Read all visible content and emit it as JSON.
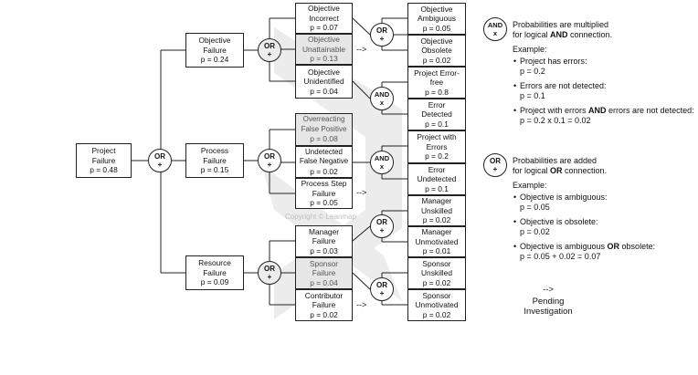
{
  "gates": {
    "or_word": "OR",
    "and_word": "AND",
    "or_symbol": "+",
    "and_symbol": "x"
  },
  "root": {
    "name": "Project Failure",
    "p": "p = 0.48"
  },
  "level1": [
    {
      "name": "Objective Failure",
      "p": "p = 0.24"
    },
    {
      "name": "Process Failure",
      "p": "p = 0.15"
    },
    {
      "name": "Resource Failure",
      "p": "p = 0.09"
    }
  ],
  "level2": [
    {
      "name": "Objective Incorrect",
      "p": "p = 0.07"
    },
    {
      "name": "Objective Unattainable",
      "p": "p = 0.13"
    },
    {
      "name": "Objective Unidentified",
      "p": "p = 0.04"
    },
    {
      "name": "Overreacting False Positive",
      "p": "p = 0.08"
    },
    {
      "name": "Undetected False Negative",
      "p": "p = 0.02"
    },
    {
      "name": "Process Step Failure",
      "p": "p = 0.05"
    },
    {
      "name": "Manager Failure",
      "p": "p = 0.03"
    },
    {
      "name": "Sponsor Failure",
      "p": "p = 0.04"
    },
    {
      "name": "Contributor Failure",
      "p": "p = 0.02"
    }
  ],
  "level3": [
    {
      "name": "Objective Ambiguous",
      "p": "p = 0.05"
    },
    {
      "name": "Objective Obsolete",
      "p": "p = 0.02"
    },
    {
      "name": "Project Error-free",
      "p": "p = 0.8"
    },
    {
      "name": "Error Detected",
      "p": "p = 0.1"
    },
    {
      "name": "Project with Errors",
      "p": "p = 0.2"
    },
    {
      "name": "Error Undetected",
      "p": "p = 0.1"
    },
    {
      "name": "Manager Unskilled",
      "p": "p = 0.02"
    },
    {
      "name": "Manager Unmotivated",
      "p": "p = 0.01"
    },
    {
      "name": "Sponsor Unskilled",
      "p": "p = 0.02"
    },
    {
      "name": "Sponsor Unmotivated",
      "p": "p = 0.02"
    }
  ],
  "arrow_text": "-->",
  "pending": {
    "arrow": "-->",
    "label": "Pending Investigation"
  },
  "watermark": "Copyright © Leanmap",
  "legend_and": {
    "line1_pre": "Probabilities are multiplied",
    "line2_pre": "for logical ",
    "line2_bold": "AND",
    "line2_post": " connection.",
    "example": "Example:",
    "items": [
      {
        "pre": "Project has errors:",
        "bold": "",
        "post": "",
        "value": "p = 0.2"
      },
      {
        "pre": "Errors are not detected:",
        "bold": "",
        "post": "",
        "value": "p = 0.1"
      },
      {
        "pre": "Project with errors ",
        "bold": "AND",
        "post": " errors are not detected:",
        "value": "p = 0.2 x 0.1 = 0.02"
      }
    ]
  },
  "legend_or": {
    "line1_pre": "Probabilities are added",
    "line2_pre": "for logical ",
    "line2_bold": "OR",
    "line2_post": " connection.",
    "example": "Example:",
    "items": [
      {
        "pre": "Objective is ambiguous:",
        "bold": "",
        "post": "",
        "value": "p = 0.05"
      },
      {
        "pre": "Objective is obsolete:",
        "bold": "",
        "post": "",
        "value": "p = 0.02"
      },
      {
        "pre": "Objective is ambiguous ",
        "bold": "OR",
        "post": " obsolete:",
        "value": "p = 0.05 + 0.02 = 0.07"
      }
    ]
  }
}
